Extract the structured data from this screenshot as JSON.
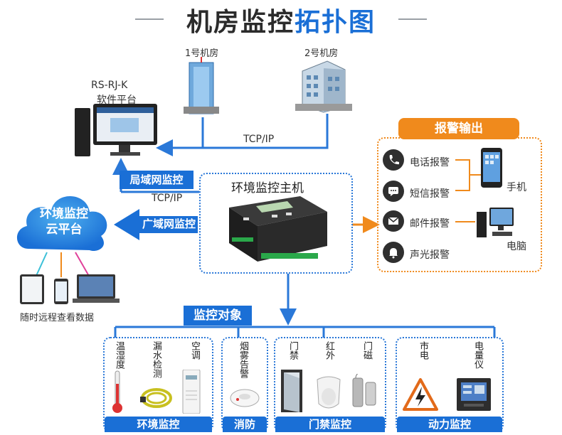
{
  "title": {
    "part1": "机房监控",
    "part2": "拓扑图"
  },
  "buildings": {
    "b1": "1号机房",
    "b2": "2号机房"
  },
  "software": {
    "line1": "RS-RJ-K",
    "line2": "软件平台"
  },
  "links": {
    "tcp1": "TCP/IP",
    "tcp2": "TCP/IP",
    "lan": "局域网监控",
    "wan": "广域网监控"
  },
  "cloud": {
    "line1": "环境监控",
    "line2": "云平台"
  },
  "devices_caption": "随时远程查看数据",
  "host": {
    "label": "环境监控主机"
  },
  "alarm": {
    "title": "报警输出",
    "items": [
      "电话报警",
      "短信报警",
      "邮件报警",
      "声光报警"
    ],
    "phone": "手机",
    "pc": "电脑"
  },
  "monitor": {
    "title": "监控对象",
    "groups": [
      {
        "footer": "环境监控",
        "items": [
          "温湿度",
          "漏水检测",
          "空调"
        ]
      },
      {
        "footer": "消防",
        "items": [
          "烟雾告警"
        ]
      },
      {
        "footer": "门禁监控",
        "items": [
          "门禁",
          "红外",
          "门磁"
        ]
      },
      {
        "footer": "动力监控",
        "items": [
          "市电",
          "电量仪"
        ]
      }
    ]
  },
  "colors": {
    "blue": "#1a6fd6",
    "orange": "#f08a1c",
    "dark": "#2f2f2f"
  }
}
